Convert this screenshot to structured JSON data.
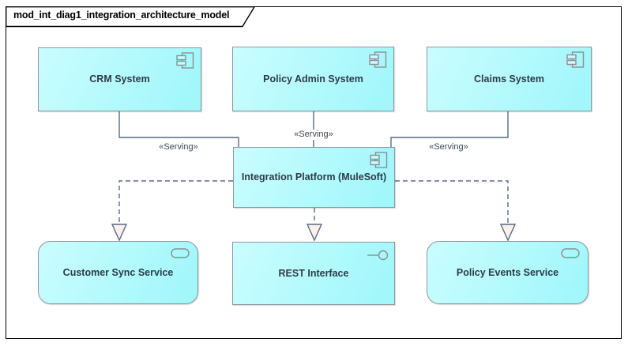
{
  "frame": {
    "title": "mod_int_diag1_integration_architecture_model"
  },
  "nodes": {
    "crm": {
      "label": "CRM System",
      "type": "application-component"
    },
    "policy_admin": {
      "label": "Policy Admin System",
      "type": "application-component"
    },
    "claims": {
      "label": "Claims System",
      "type": "application-component"
    },
    "platform": {
      "label": "Integration Platform (MuleSoft)",
      "type": "application-component"
    },
    "customer_sync": {
      "label": "Customer Sync Service",
      "type": "application-service"
    },
    "rest": {
      "label": "REST Interface",
      "type": "application-interface"
    },
    "policy_events": {
      "label": "Policy Events Service",
      "type": "application-service"
    }
  },
  "connectors": {
    "crm_serving": {
      "label": "«Serving»",
      "from": "CRM System",
      "to": "Integration Platform (MuleSoft)",
      "style": "solid"
    },
    "policy_admin_serving": {
      "label": "«Serving»",
      "from": "Policy Admin System",
      "to": "Integration Platform (MuleSoft)",
      "style": "solid"
    },
    "claims_serving": {
      "label": "«Serving»",
      "from": "Claims System",
      "to": "Integration Platform (MuleSoft)",
      "style": "solid"
    },
    "realize_customer_sync": {
      "from": "Integration Platform (MuleSoft)",
      "to": "Customer Sync Service",
      "style": "dashed-open-triangle"
    },
    "realize_rest": {
      "from": "Integration Platform (MuleSoft)",
      "to": "REST Interface",
      "style": "dashed-open-triangle"
    },
    "realize_policy_events": {
      "from": "Integration Platform (MuleSoft)",
      "to": "Policy Events Service",
      "style": "dashed-open-triangle"
    }
  },
  "colors": {
    "node_fill_light": "#cafdff",
    "node_fill_dark": "#a2f7fb",
    "node_border": "#8f969e",
    "connector_line": "#596b86",
    "arrowhead_fill": "#f9f1ea",
    "node_text": "#2e3a48",
    "edge_label_text": "#3e4854",
    "frame_border": "#000000"
  }
}
